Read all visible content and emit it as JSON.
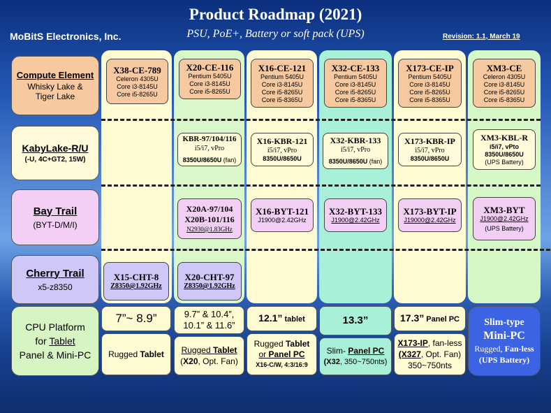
{
  "header": {
    "title": "Product Roadmap (2021)",
    "subtitle": "PSU, PoE+, Battery or soft pack (UPS)",
    "company": "MoBitS Electronics, Inc.",
    "revision": "Revision: 1.1, March 19"
  },
  "rows": {
    "ce": {
      "main": "Compute Element",
      "sub1": "Whisky Lake &",
      "sub2": "Tiger Lake"
    },
    "kbl": {
      "main": "KabyLake-R/U",
      "sub": "(-U, 4C+GT2, 15W)"
    },
    "byt": {
      "main": "Bay Trail",
      "sub": "(BYT-D/M/I)"
    },
    "cht": {
      "main": "Cherry Trail",
      "sub": "x5-z8350"
    },
    "platform": {
      "l1": "CPU Platform",
      "l2a": "for ",
      "l2b": "Tablet",
      "l3": "Panel & Mini-PC"
    }
  },
  "ce_cards": {
    "x38": {
      "name": "X38-CE-789",
      "l1": "Celeron 4305U",
      "l2": "Core i3-8145U",
      "l3": "Core i5-8265U"
    },
    "x20": {
      "name": "X20-CE-116",
      "l1": "Pentium 5405U",
      "l2": "Core i3-8145U",
      "l3": "Core i5-8265U"
    },
    "x16": {
      "name": "X16-CE-121",
      "l1": "Pentium 5405U",
      "l2": "Core i3-8145U",
      "l3": "Core i5-8265U",
      "l4": "Core i5-8365U"
    },
    "x32": {
      "name": "X32-CE-133",
      "l1": "Pentium 5405U",
      "l2": "Core i3-8145U",
      "l3": "Core i5-8265U",
      "l4": "Core i5-8365U"
    },
    "x173": {
      "name": "X173-CE-IP",
      "l1": "Pentium 5405U",
      "l2": "Core i3-8145U",
      "l3": "Core i5-8265U",
      "l4": "Core i5-8365U"
    },
    "xm3": {
      "name": "XM3-CE",
      "l1": "Celeron 4305U",
      "l2": "Core i3-8145U",
      "l3": "Core i5-8265U",
      "l4": "Core i5-8365U"
    }
  },
  "kbl_cards": {
    "x20": {
      "name": "KBR-97/104/116",
      "l1": "i5/i7, vPro",
      "l2": "8350U/8650U",
      "l2b": " (fan)"
    },
    "x16": {
      "name": "X16-KBR-121",
      "l1": "i5/i7, vPro",
      "l2": "8350U/8650U"
    },
    "x32": {
      "name": "X32-KBR-133",
      "l1": "i5/i7, vPro",
      "l2": "8350U/8650U",
      "l2b": " (fan)"
    },
    "x173": {
      "name": "X173-KBR-IP",
      "l1": "i5/i7, vPro",
      "l2": "8350U/8650U"
    },
    "xm3": {
      "name": "XM3-KBL-R",
      "l1": "i5/i7, vPto",
      "l2": "8350U/8650U",
      "l3": "(UPS Battery)"
    }
  },
  "byt_cards": {
    "x20": {
      "name1": "X20A-97/104",
      "name2": "X20B-101/116",
      "l1": "N2930@1.83GHz"
    },
    "x16": {
      "name": "X16-BYT-121",
      "l1": "J1900@2.42GHz"
    },
    "x32": {
      "name": "X32-BYT-133",
      "l1": "J1900@2.42GHz"
    },
    "x173": {
      "name": "X173-BYT-IP",
      "l1": "J19000@2.42GHz"
    },
    "xm3": {
      "name": "XM3-BYT",
      "l1": "J1900@2.42GHz",
      "l2": "(UPS Battery)"
    }
  },
  "cht_cards": {
    "x15": {
      "name": "X15-CHT-8",
      "l1": "Z8350@1.92GHz"
    },
    "x20": {
      "name": "X20-CHT-97",
      "l1": "Z8350@1.92GHz"
    }
  },
  "sizes": {
    "c1": "7”~ 8.9”",
    "c2a": "9.7” & 10.4”,",
    "c2b": "10.1” & 11.6”",
    "c3a": "12.1”",
    "c3b": " tablet",
    "c4": "13.3”",
    "c5a": "17.3”",
    "c5b": " Panel PC"
  },
  "platforms": {
    "c1": {
      "a": "Rugged ",
      "b": "Tablet"
    },
    "c2": {
      "a": "Rugged ",
      "b": "Tablet",
      "c": "(",
      "d": "X20",
      "e": ", Opt. Fan)"
    },
    "c3": {
      "a": "Rugged ",
      "b": "Tablet",
      "c": "or ",
      "d": "Panel PC",
      "e": "X16-C/W, 4:3/16:9"
    },
    "c4": {
      "a": "Slim- ",
      "b": "Panel PC",
      "c": "(X32",
      "d": ", 350~750nts)"
    },
    "c5": {
      "a": "X173-IP",
      "b": ", fan-less",
      "c": "(X327",
      "d": ", Opt. Fan)",
      "e": "350~750nts"
    },
    "c6": {
      "a": "Slim-type",
      "b": "Mini-PC",
      "c": "Rugged, ",
      "d": "Fan-less",
      "e": "(UPS Battery)"
    }
  },
  "colors": {
    "column_x38": "#fffbd3",
    "column_x20": "#d9f7c9",
    "column_x16": "#fffbd3",
    "column_x32": "#a8f1d8",
    "column_x173": "#fffbd3",
    "column_xm3": "#d6f7c6",
    "row_ce": "#f7c9a1",
    "row_kbl": "#fffbd9",
    "row_byt": "#f3cff5",
    "row_cht": "#cfc7f8",
    "row_platform": "#d7f5c3",
    "slim_mini_pc": "#3c63e4"
  }
}
